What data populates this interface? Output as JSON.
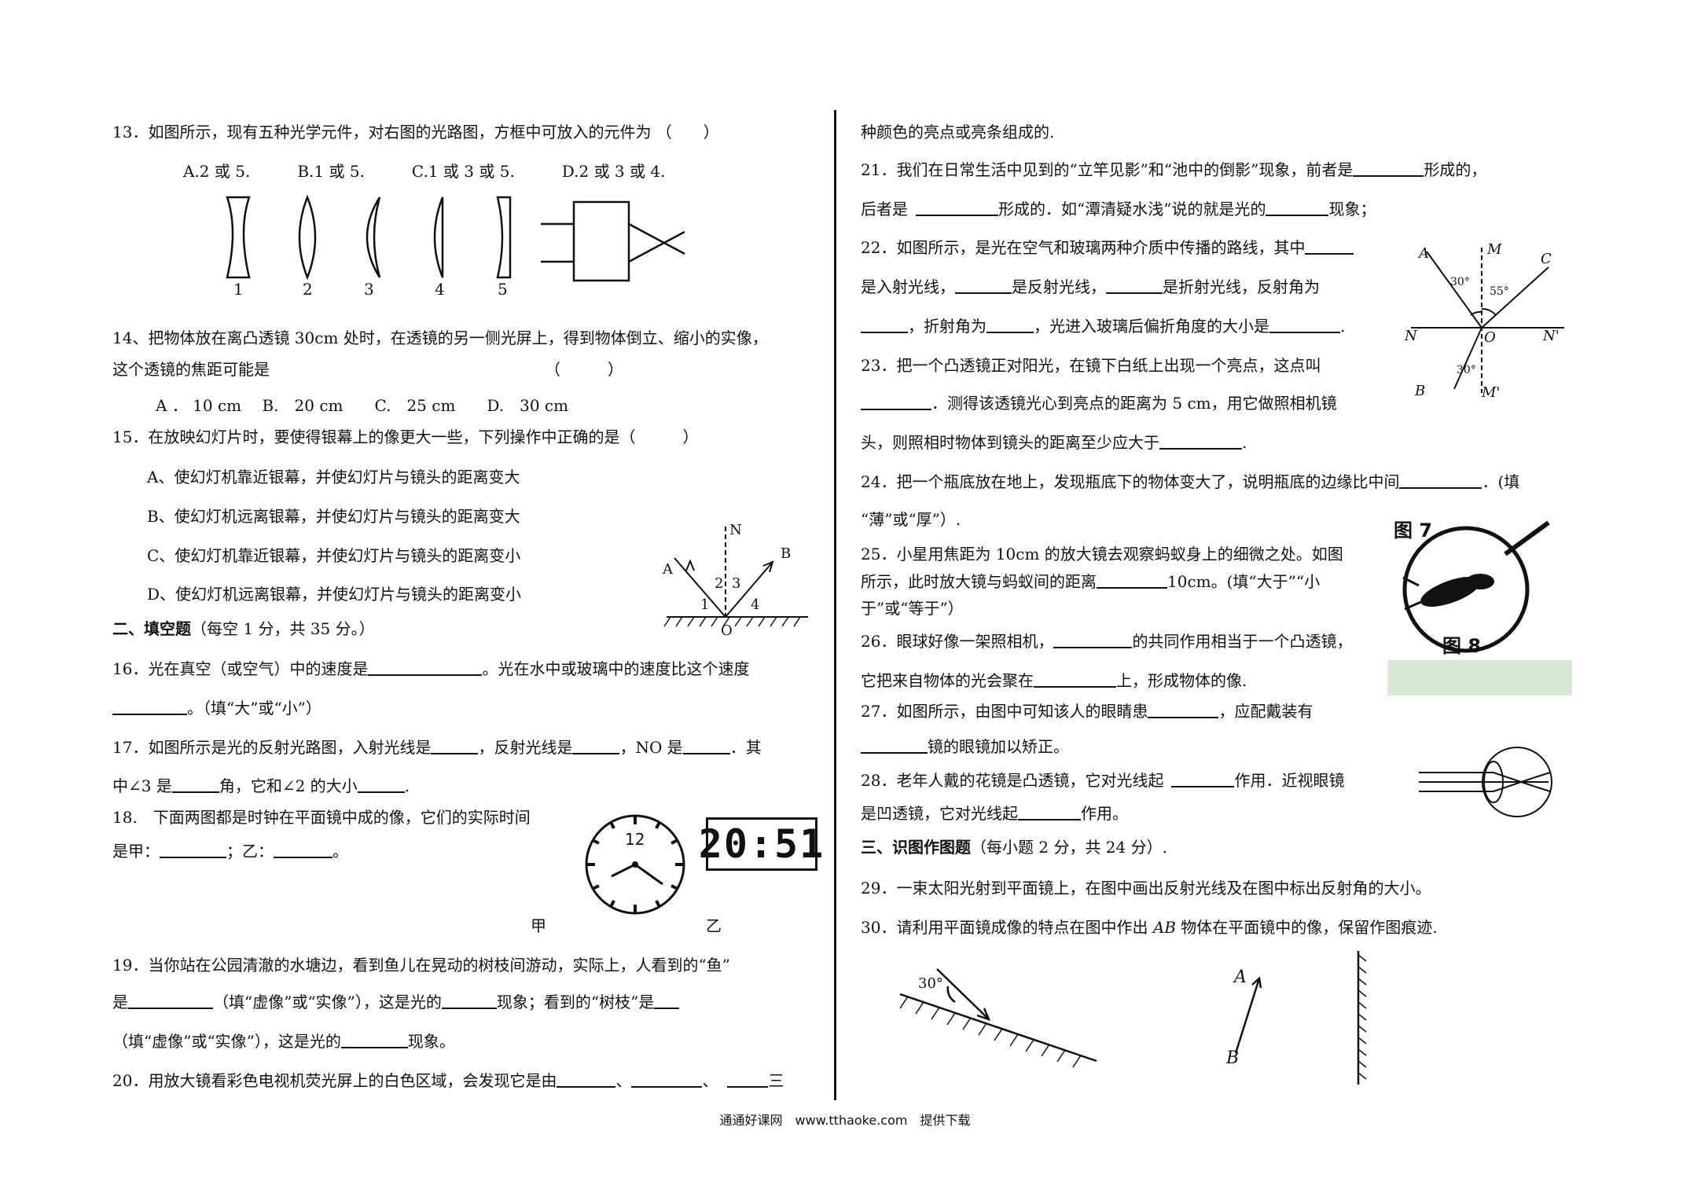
{
  "q13": {
    "text": "13．如图所示，现有五种光学元件，对右图的光路图，方框中可放入的元件为 （　　）",
    "options": "A.2 或 5.　　　B.1 或 5.　　　C.1 或 3 或 5.　　　D.2 或 3 或 4.",
    "lens_labels": [
      "1",
      "2",
      "3",
      "4",
      "5"
    ]
  },
  "q14": {
    "line1": "14、把物体放在离凸透镜 30cm 处时，在透镜的另一侧光屏上，得到物体倒立、缩小的实像，",
    "line2": "这个透镜的焦距可能是　　　　　　　　　　　　　　　　　　（　　　）",
    "options": "A ． 10 cm　 B.　20 cm　　C.　25 cm　　D.　30 cm"
  },
  "q15": {
    "text": "15．在放映幻灯片时，要使得银幕上的像更大一些，下列操作中正确的是（　　　）",
    "A": "A、使幻灯机靠近银幕，并使幻灯片与镜头的距离变大",
    "B": "B、使幻灯机远离银幕，并使幻灯片与镜头的距离变大",
    "C": "C、使幻灯机靠近银幕，并使幻灯片与镜头的距离变小",
    "D": "D、使幻灯机远离银幕，并使幻灯片与镜头的距离变小"
  },
  "reflect_fig": {
    "N": "N",
    "A": "A",
    "B": "B",
    "O": "O",
    "a1": "1",
    "a2": "2",
    "a3": "3",
    "a4": "4"
  },
  "section2": {
    "title": "二、填空题",
    "note": "（每空 1 分，共 35 分。）"
  },
  "q16": {
    "line1a": "16．光在真空（或空气）中的速度是",
    "line1b": "。光在水中或玻璃中的速度比这个速度",
    "line2": "。（填“大”或“小”）"
  },
  "q17": {
    "line1a": "17．如图所示是光的反射光路图，入射光线是",
    "line1b": "，反射光线是",
    "line1c": "，NO 是",
    "line1d": "．其",
    "line2a": "中∠3 是",
    "line2b": "角，它和∠2 的大小",
    "line2c": "."
  },
  "q18": {
    "line1": "18.　下面两图都是时钟在平面镜中成的像，它们的实际时间",
    "line2a": "是甲：",
    "line2b": "；乙：",
    "line2c": "。",
    "clock_number": "12",
    "digital": "20:51",
    "label_jia": "甲",
    "label_yi": "乙"
  },
  "q19": {
    "line1": "19．当你站在公园清澈的水塘边，看到鱼儿在晃动的树枝间游动，实际上，人看到的“鱼”",
    "line2a": "是",
    "line2b": "（填“虚像”或“实像”），这是光的",
    "line2c": "现象；看到的“树枝”是",
    "line3a": "（填“虚像”或“实像”），这是光的",
    "line3b": "现象。"
  },
  "q20": {
    "line1a": "20．用放大镜看彩色电视机荧光屏上的白色区域，会发现它是由",
    "sep1": "、",
    "sep2": "、",
    "line1b": "三",
    "line2": "种颜色的亮点或亮条组成的."
  },
  "q21": {
    "line1a": "21．我们在日常生活中见到的“立竿见影”和“池中的倒影”现象，前者是",
    "line1b": "形成的，",
    "line2a": "后者是",
    "line2b": "形成的．如“潭清疑水浅”说的就是光的",
    "line2c": "现象；"
  },
  "q22": {
    "line1": "22．如图所示，是光在空气和玻璃两种介质中传播的路线，其中",
    "line2a": "是入射光线，",
    "line2b": "是反射光线，",
    "line2c": "是折射光线，反射角为",
    "line3a": "，折射角为",
    "line3b": "，光进入玻璃后偏折角度的大小是",
    "line3c": "."
  },
  "refr_fig": {
    "A": "A",
    "M": "M",
    "C": "C",
    "N": "N",
    "O": "O",
    "N2": "N'",
    "B": "B",
    "M2": "M'",
    "ang1": "30°",
    "ang2": "55°",
    "ang3": "30°"
  },
  "q23": {
    "line1": "23．把一个凸透镜正对阳光，在镜下白纸上出现一个亮点，这点叫",
    "line2": "．测得该透镜光心到亮点的距离为 5 cm，用它做照相机镜",
    "line3a": "头，则照相时物体到镜头的距离至少应大于",
    "line3b": "."
  },
  "q24": {
    "line1a": "24．把一个瓶底放在地上，发现瓶底下的物体变大了，说明瓶底的边缘比中间",
    "line1b": "．(填",
    "line2": "“薄”或“厚”）."
  },
  "fig7": {
    "label7": "图 7",
    "label8": "图 8"
  },
  "q25": {
    "line1": "25．小星用焦距为 10cm 的放大镜去观察蚂蚁身上的细微之处。如图",
    "line2a": "所示，此时放大镜与蚂蚁间的距离",
    "line2b": "10cm。(填“大于”“小",
    "line3": "于”或“等于”）"
  },
  "q26": {
    "line1a": "26．眼球好像一架照相机，",
    "line1b": "的共同作用相当于一个凸透镜，",
    "line2a": "它把来自物体的光会聚在",
    "line2b": "上，形成物体的像."
  },
  "q27": {
    "line1a": "27．如图所示，由图中可知该人的眼睛患",
    "line1b": "，应配戴装有",
    "line2": "镜的眼镜加以矫正。"
  },
  "q28": {
    "line1a": "28．老年人戴的花镜是凸透镜，它对光线起",
    "line1b": "作用．近视眼镜",
    "line2a": "是凹透镜，它对光线起",
    "line2b": "作用。"
  },
  "section3": {
    "title": "三、识图作图题",
    "note": "（每小题 2 分，共 24 分）."
  },
  "q29": {
    "text": "29．一束太阳光射到平面镜上，在图中画出反射光线及在图中标出反射角的大小。"
  },
  "q30": {
    "text_a": "30．请利用平面镜成像的特点在图中作出 ",
    "ab": "AB",
    "text_b": " 物体在平面镜中的像，保留作图痕迹."
  },
  "fig29": {
    "angle": "30°"
  },
  "fig30": {
    "A": "A",
    "B": "B"
  },
  "footer": "通通好课网　www.tthaoke.com　提供下载"
}
